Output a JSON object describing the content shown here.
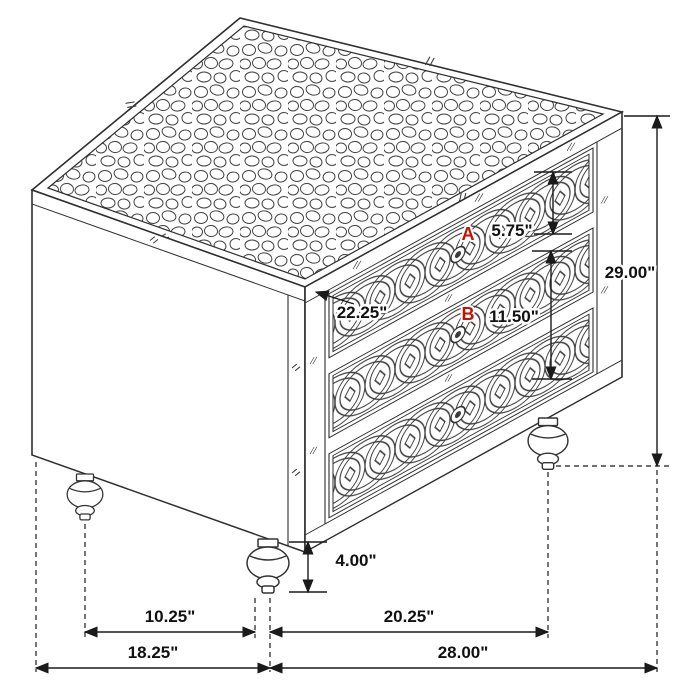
{
  "diagram": {
    "kind": "furniture-dimension-diagram",
    "subject": "three-drawer nightstand with mirrored trim, patterned drawer fronts and bun feet"
  },
  "colors": {
    "line": "#2e2e2e",
    "dimension": "#1a1a1a",
    "marker_red": "#c41200",
    "background": "#ffffff"
  },
  "annotations": {
    "drawer_a": "A",
    "drawer_b": "B"
  },
  "dimensions": {
    "total_height": "29.00\"",
    "drawer_a_height": "5.75\"",
    "drawer_b_height": "11.50\"",
    "drawer_inner_width": "22.25\"",
    "foot_height": "4.00\"",
    "feet_depth_spacing": "10.25\"",
    "feet_width_spacing": "20.25\"",
    "total_depth": "18.25\"",
    "total_width": "28.00\""
  }
}
